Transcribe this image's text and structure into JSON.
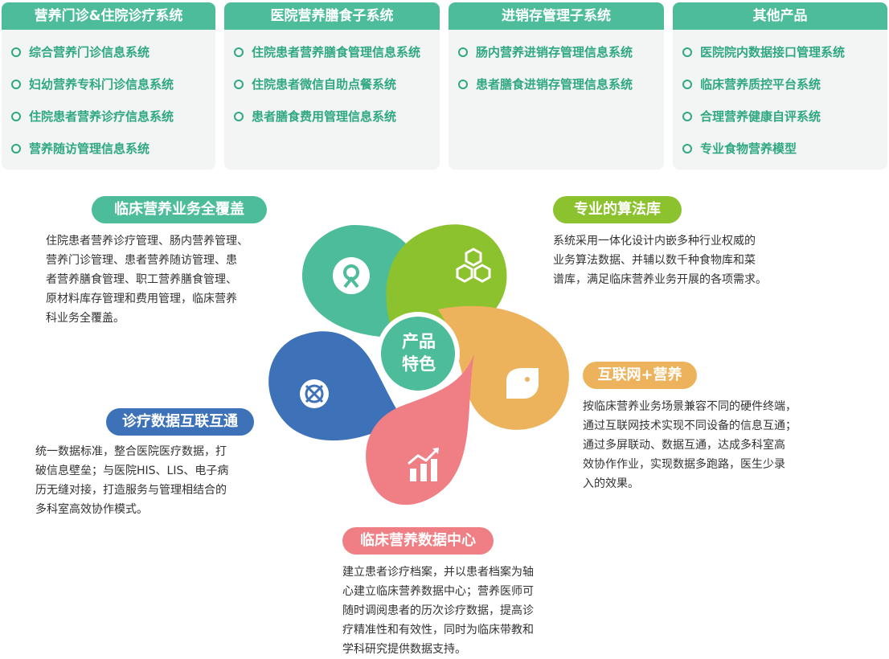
{
  "cards": [
    {
      "title": "营养门诊&住院诊疗系统",
      "items": [
        "综合营养门诊信息系统",
        "妇幼营养专科门诊信息系统",
        "住院患者营养诊疗信息系统",
        "营养随访管理信息系统"
      ]
    },
    {
      "title": "医院营养膳食子系统",
      "items": [
        "住院患者营养膳食管理信息系统",
        "住院患者微信自助点餐系统",
        "患者膳食费用管理信息系统"
      ]
    },
    {
      "title": "进销存管理子系统",
      "items": [
        "肠内营养进销存管理信息系统",
        "患者膳食进销存管理信息系统"
      ]
    },
    {
      "title": "其他产品",
      "items": [
        "医院院内数据接口管理系统",
        "临床营养质控平台系统",
        "合理营养健康自评系统",
        "专业食物营养模型"
      ]
    }
  ],
  "center": {
    "line1": "产品",
    "line2": "特色"
  },
  "features": {
    "coverage": {
      "title": "临床营养业务全覆盖",
      "color": "#4dbc9b",
      "lines": [
        "住院患者营养诊疗管理、肠内营养管理、",
        "营养门诊管理、患者营养随访管理、患",
        "者营养膳食管理、职工营养膳食管理、",
        "原材料库存管理和费用管理，临床营养",
        "科业务全覆盖。"
      ]
    },
    "algorithm": {
      "title": "专业的算法库",
      "color": "#8cc22d",
      "lines": [
        "系统采用一体化设计内嵌多种行业权威的",
        "业务算法数据、并辅以数千种食物库和菜",
        "谱库，满足临床营养业务开展的各项需求。"
      ]
    },
    "internet": {
      "title": "互联网+营养",
      "color": "#edb35c",
      "lines": [
        "按临床营养业务场景兼容不同的硬件终端，",
        "通过互联网技术实现不同设备的信息互通；",
        "通过多屏联动、数据互通，达成多科室高",
        "效协作作业，实现数据多跑路，医生少录",
        "入的效果。"
      ]
    },
    "interop": {
      "title": "诊疗数据互联互通",
      "color": "#3e72b8",
      "lines": [
        "统一数据标准，整合医院医疗数据，打",
        "破信息壁垒；与医院HIS、LIS、电子病",
        "历无缝对接，打造服务与管理相结合的",
        "多科室高效协作模式。"
      ]
    },
    "datacenter": {
      "title": "临床营养数据中心",
      "color": "#ef7f84",
      "lines": [
        "建立患者诊疗档案，并以患者档案为轴",
        "心建立临床营养数据中心；营养医师可",
        "随时调阅患者的历次诊疗数据，提高诊",
        "疗精准性和有效性，同时为临床带教和",
        "学科研究提供数据支持。"
      ]
    }
  },
  "petal_colors": {
    "green": "#4dbc9b",
    "lime": "#8cc22d",
    "orange": "#edb35c",
    "blue": "#3e72b8",
    "pink": "#ef7f84"
  },
  "icons": [
    "user-location-icon",
    "cubes-icon",
    "leaf-icon",
    "crossed-circle-icon",
    "bar-chart-icon"
  ]
}
